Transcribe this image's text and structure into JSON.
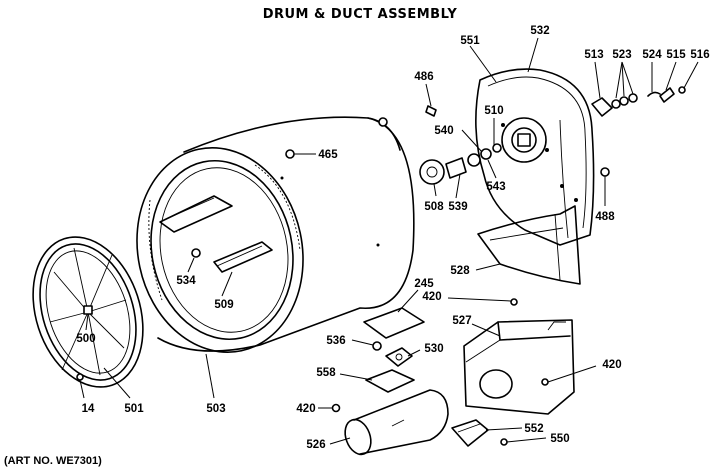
{
  "title": "DRUM & DUCT ASSEMBLY",
  "art_number": "(ART NO. WE7301)",
  "parts": [
    {
      "id": "p551",
      "label": "551"
    },
    {
      "id": "p532",
      "label": "532"
    },
    {
      "id": "p513",
      "label": "513"
    },
    {
      "id": "p523",
      "label": "523"
    },
    {
      "id": "p524",
      "label": "524"
    },
    {
      "id": "p515",
      "label": "515"
    },
    {
      "id": "p516",
      "label": "516"
    },
    {
      "id": "p486",
      "label": "486"
    },
    {
      "id": "p510",
      "label": "510"
    },
    {
      "id": "p540",
      "label": "540"
    },
    {
      "id": "p465",
      "label": "465"
    },
    {
      "id": "p543",
      "label": "543"
    },
    {
      "id": "p508",
      "label": "508"
    },
    {
      "id": "p539",
      "label": "539"
    },
    {
      "id": "p488",
      "label": "488"
    },
    {
      "id": "p534",
      "label": "534"
    },
    {
      "id": "p509",
      "label": "509"
    },
    {
      "id": "p528",
      "label": "528"
    },
    {
      "id": "p245",
      "label": "245"
    },
    {
      "id": "p420a",
      "label": "420"
    },
    {
      "id": "p500",
      "label": "500"
    },
    {
      "id": "p527",
      "label": "527"
    },
    {
      "id": "p536",
      "label": "536"
    },
    {
      "id": "p530",
      "label": "530"
    },
    {
      "id": "p420b",
      "label": "420"
    },
    {
      "id": "p558",
      "label": "558"
    },
    {
      "id": "p14",
      "label": "14"
    },
    {
      "id": "p501",
      "label": "501"
    },
    {
      "id": "p503",
      "label": "503"
    },
    {
      "id": "p420c",
      "label": "420"
    },
    {
      "id": "p552",
      "label": "552"
    },
    {
      "id": "p526",
      "label": "526"
    },
    {
      "id": "p550",
      "label": "550"
    }
  ]
}
